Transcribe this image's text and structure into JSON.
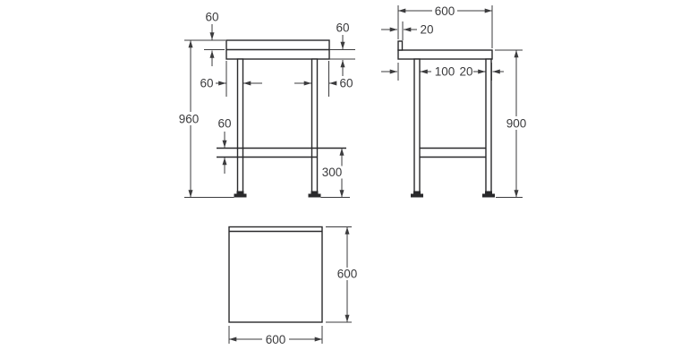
{
  "drawing": {
    "front": {
      "upstand_height": "60",
      "top_thickness": "60",
      "leg_inset_left": "60",
      "leg_inset_right": "60",
      "overall_height": "960",
      "shelf_thickness": "60",
      "undershelf_height": "300"
    },
    "side": {
      "overall_depth": "600",
      "upstand_thickness": "20",
      "rear_leg_offset": "100",
      "front_leg_offset": "20",
      "worktop_height": "900"
    },
    "plan": {
      "depth": "600",
      "width": "600"
    }
  },
  "colors": {
    "object_line": "#29292b",
    "dimension": "#3b3b3d",
    "background": "#ffffff"
  }
}
